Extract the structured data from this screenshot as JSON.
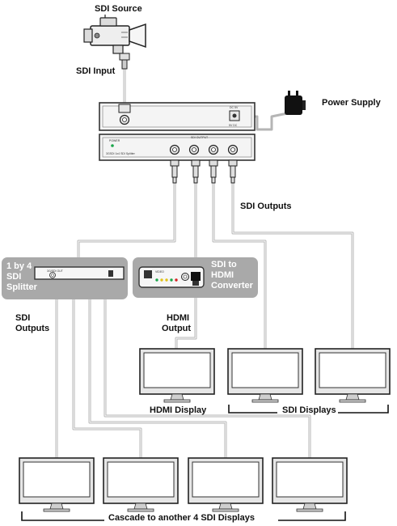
{
  "labels": {
    "sdi_source": "SDI Source",
    "sdi_input": "SDI Input",
    "power_supply": "Power Supply",
    "sdi_outputs_main": "SDI Outputs",
    "splitter_line1": "1 by 4",
    "splitter_line2": "SDI",
    "splitter_line3": "Splitter",
    "converter_line1": "SDI to",
    "converter_line2": "HDMI",
    "converter_line3": "Converter",
    "hdmi_output_line1": "HDMI",
    "hdmi_output_line2": "Output",
    "sdi_outputs_left_line1": "SDI",
    "sdi_outputs_left_line2": "Outputs",
    "hdmi_display": "HDMI Display",
    "sdi_displays": "SDI Displays",
    "cascade": "Cascade to another 4 SDI Displays"
  },
  "colors": {
    "cable": "#b5b5b5",
    "device_fill": "#f4f4f4",
    "device_stroke": "#333333",
    "group_box": "#a9a9a9",
    "group_text": "#ffffff",
    "led_green": "#19a64a",
    "led_yellow": "#e2c21a",
    "led_red": "#d62222"
  }
}
